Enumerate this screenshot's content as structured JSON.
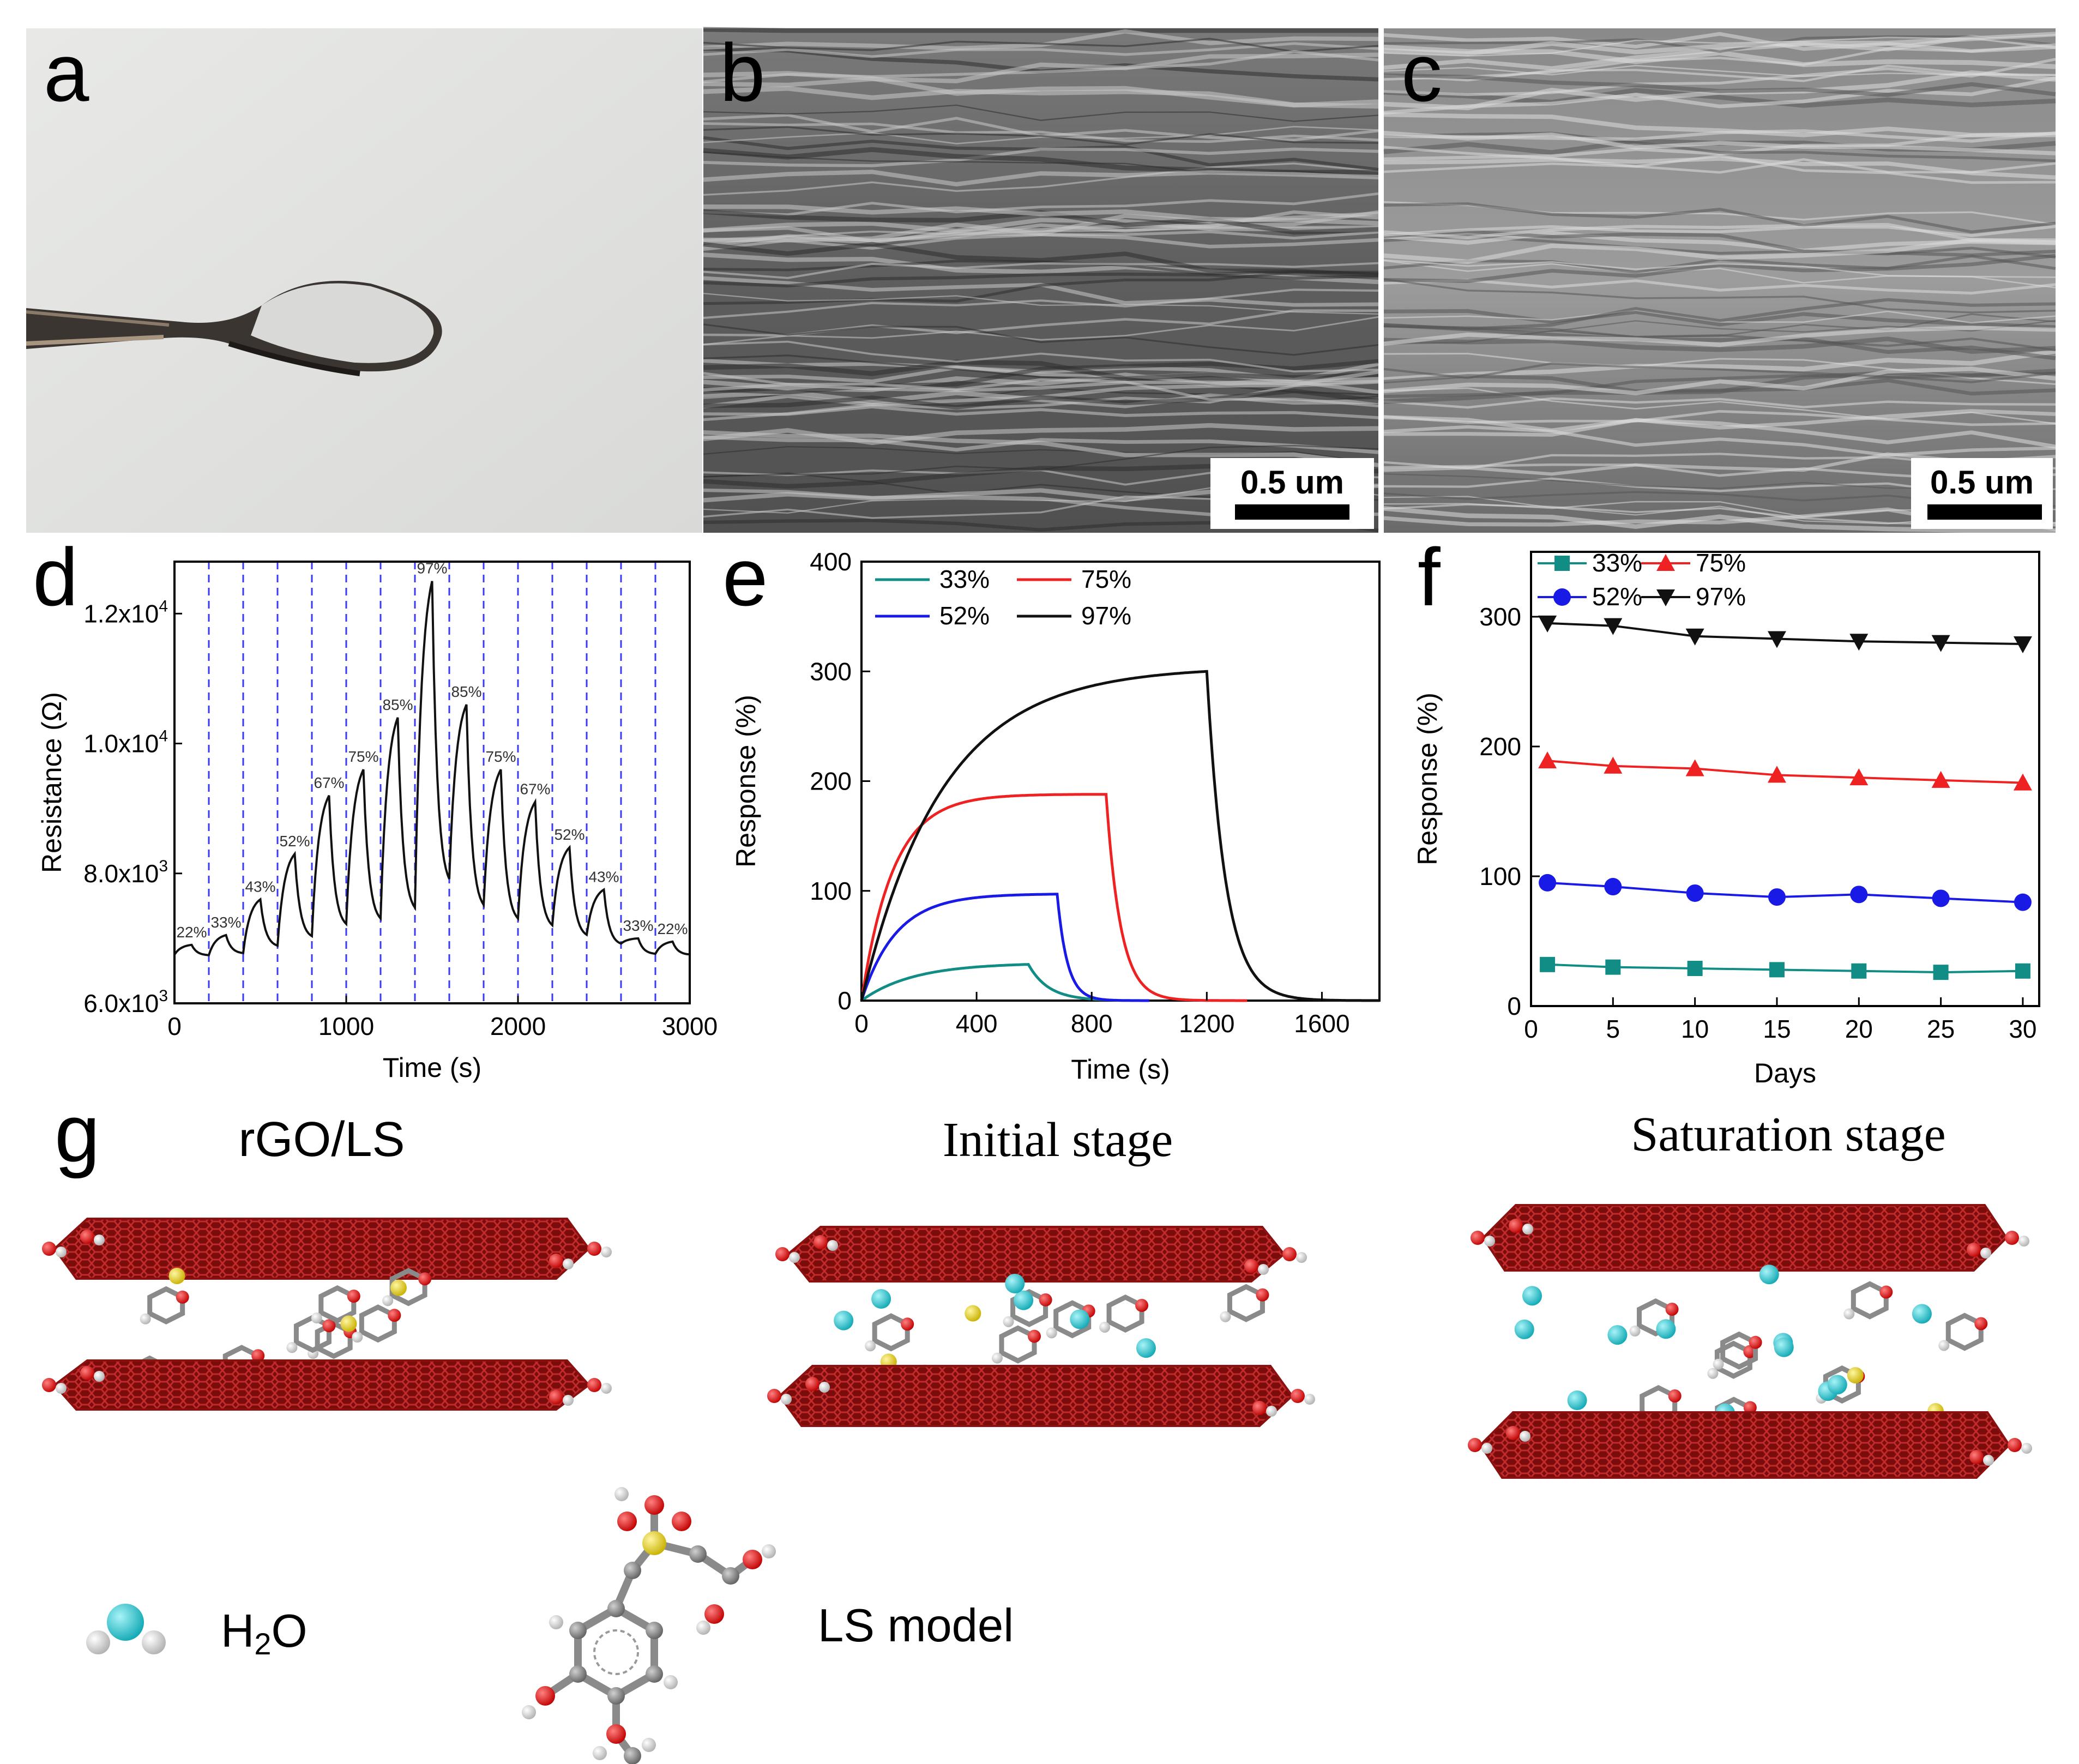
{
  "panels": {
    "a": {
      "letter": "a"
    },
    "b": {
      "letter": "b",
      "scale_bar": "0.5 um"
    },
    "c": {
      "letter": "c",
      "scale_bar": "0.5 um"
    },
    "d": {
      "letter": "d"
    },
    "e": {
      "letter": "e"
    },
    "f": {
      "letter": "f"
    },
    "g": {
      "letter": "g",
      "titles": [
        "rGO/LS",
        "Initial stage",
        "Saturation stage"
      ],
      "legend": {
        "h2o_label_main": "H",
        "h2o_label_sub": "2",
        "h2o_label_end": "O",
        "ls_label": "LS model"
      }
    }
  },
  "colors": {
    "s33": "#118d86",
    "s52": "#1a1ae6",
    "s75": "#ee2222",
    "s97": "#111111",
    "graphene": "#8b1010",
    "oxygen": "#e01010",
    "sulfur": "#e6d21a",
    "carbon": "#8a8a8a",
    "hydrogen": "#f2f2f2",
    "water": "#1ec8d2"
  },
  "chart_data": [
    {
      "panel": "d",
      "type": "line",
      "xlabel": "Time (s)",
      "ylabel": "Resistance (Ω)",
      "xlim": [
        0,
        3000
      ],
      "ylim": [
        6000,
        12800
      ],
      "xticks": [
        "0",
        "1000",
        "2000",
        "3000"
      ],
      "yticks": [
        {
          "value": 6000,
          "base": "6.0x10",
          "exp": "3"
        },
        {
          "value": 8000,
          "base": "8.0x10",
          "exp": "3"
        },
        {
          "value": 10000,
          "base": "1.0x10",
          "exp": "4"
        },
        {
          "value": 12000,
          "base": "1.2x10",
          "exp": "4"
        }
      ],
      "dashed_lines_x": [
        200,
        400,
        600,
        800,
        1000,
        1200,
        1400,
        1600,
        1800,
        2000,
        2200,
        2400,
        2600,
        2800
      ],
      "peaks": [
        {
          "x": 100,
          "y": 6900,
          "label": "22%"
        },
        {
          "x": 300,
          "y": 7050,
          "label": "33%"
        },
        {
          "x": 500,
          "y": 7600,
          "label": "43%"
        },
        {
          "x": 700,
          "y": 8300,
          "label": "52%"
        },
        {
          "x": 900,
          "y": 9200,
          "label": "67%"
        },
        {
          "x": 1100,
          "y": 9600,
          "label": "75%"
        },
        {
          "x": 1300,
          "y": 10400,
          "label": "85%"
        },
        {
          "x": 1500,
          "y": 12500,
          "label": "97%"
        },
        {
          "x": 1700,
          "y": 10600,
          "label": "85%"
        },
        {
          "x": 1900,
          "y": 9600,
          "label": "75%"
        },
        {
          "x": 2100,
          "y": 9100,
          "label": "67%"
        },
        {
          "x": 2300,
          "y": 8400,
          "label": "52%"
        },
        {
          "x": 2500,
          "y": 7750,
          "label": "43%"
        },
        {
          "x": 2700,
          "y": 7000,
          "label": "33%"
        },
        {
          "x": 2900,
          "y": 6950,
          "label": "22%"
        }
      ]
    },
    {
      "panel": "e",
      "type": "line",
      "xlabel": "Time (s)",
      "ylabel": "Response (%)",
      "xlim": [
        0,
        1800
      ],
      "ylim": [
        0,
        400
      ],
      "xticks": [
        0,
        400,
        800,
        1200,
        1600
      ],
      "yticks": [
        0,
        100,
        200,
        300,
        400
      ],
      "series": [
        {
          "name": "33%",
          "colorKey": "s33",
          "plateau": 33,
          "t_off": 580,
          "t_end": 850,
          "tau_r": 180,
          "tau_d": 70
        },
        {
          "name": "52%",
          "colorKey": "s52",
          "plateau": 97,
          "t_off": 680,
          "t_end": 1000,
          "tau_r": 120,
          "tau_d": 35
        },
        {
          "name": "75%",
          "colorKey": "s75",
          "plateau": 188,
          "t_off": 850,
          "t_end": 1340,
          "tau_r": 110,
          "tau_d": 50
        },
        {
          "name": "97%",
          "colorKey": "s97",
          "plateau": 300,
          "t_off": 1200,
          "t_end": 1800,
          "tau_r": 280,
          "tau_d": 65
        }
      ],
      "legend": [
        "33%",
        "75%",
        "52%",
        "97%"
      ]
    },
    {
      "panel": "f",
      "type": "line",
      "xlabel": "Days",
      "ylabel": "Response (%)",
      "xlim": [
        0,
        31
      ],
      "ylim": [
        0,
        350
      ],
      "xticks": [
        0,
        5,
        10,
        15,
        20,
        25,
        30
      ],
      "yticks": [
        0,
        100,
        200,
        300
      ],
      "x": [
        1,
        5,
        10,
        15,
        20,
        25,
        30
      ],
      "series": [
        {
          "name": "33%",
          "colorKey": "s33",
          "marker": "square",
          "values": [
            32,
            30,
            29,
            28,
            27,
            26,
            27
          ]
        },
        {
          "name": "52%",
          "colorKey": "s52",
          "marker": "circle",
          "values": [
            95,
            92,
            87,
            84,
            86,
            83,
            80
          ]
        },
        {
          "name": "75%",
          "colorKey": "s75",
          "marker": "triangle-up",
          "values": [
            189,
            185,
            183,
            178,
            176,
            174,
            172
          ]
        },
        {
          "name": "97%",
          "colorKey": "s97",
          "marker": "triangle-down",
          "values": [
            295,
            293,
            285,
            283,
            281,
            280,
            279
          ]
        }
      ],
      "legend": [
        "33%",
        "75%",
        "52%",
        "97%"
      ]
    }
  ]
}
